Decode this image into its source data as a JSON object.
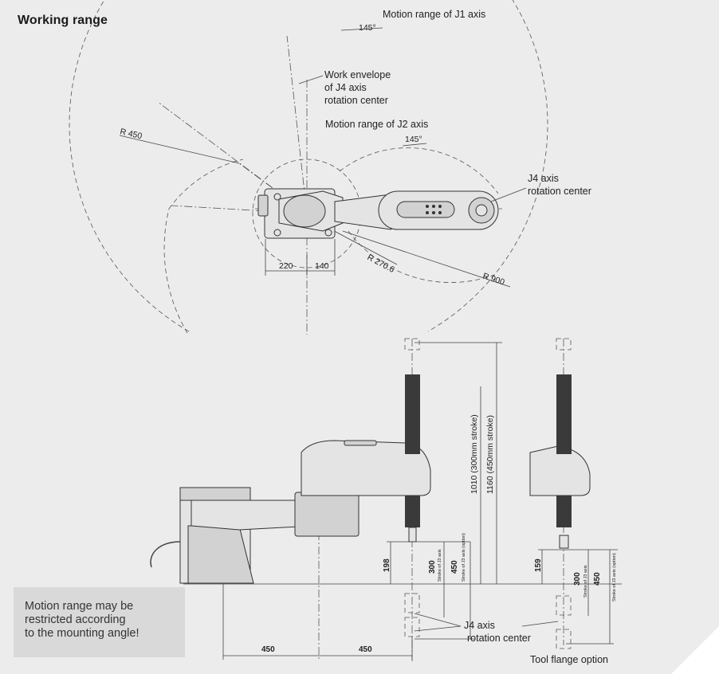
{
  "title": "Working range",
  "labels": {
    "j1_motion": "Motion range of J1 axis",
    "j1_angle": "145°",
    "envelope_line1": "Work envelope",
    "envelope_line2": "of J4 axis",
    "envelope_line3": "rotation center",
    "j2_motion": "Motion range of J2 axis",
    "j2_angle": "145°",
    "j4_top_line1": "J4 axis",
    "j4_top_line2": "rotation center",
    "j4_side_line1": "J4 axis",
    "j4_side_line2": "rotation center",
    "tool_flange": "Tool flange option"
  },
  "dimensions": {
    "r450": "R 450",
    "r270": "R 270.6",
    "r900": "R 900",
    "d220": "220",
    "d140": "140",
    "h1010": "1010 (300mm stroke)",
    "h1160": "1160 (450mm stroke)",
    "d198": "198",
    "d300a": "300",
    "d450a": "450",
    "stroke_a": "Stroke of J3 axis",
    "stroke_b": "Stroke of J3 axis (option)",
    "d159": "159",
    "d300b": "300",
    "d450b": "450",
    "stroke_c": "Stroke of J3 axis",
    "stroke_d": "Stroke of J3 axis (option)",
    "w450a": "450",
    "w450b": "450"
  },
  "note": {
    "text": "Motion range may be\nrestricted according\nto the mounting angle!"
  },
  "colors": {
    "background": "#ececec",
    "note_bg": "#d9d9d9",
    "line": "#444444"
  }
}
